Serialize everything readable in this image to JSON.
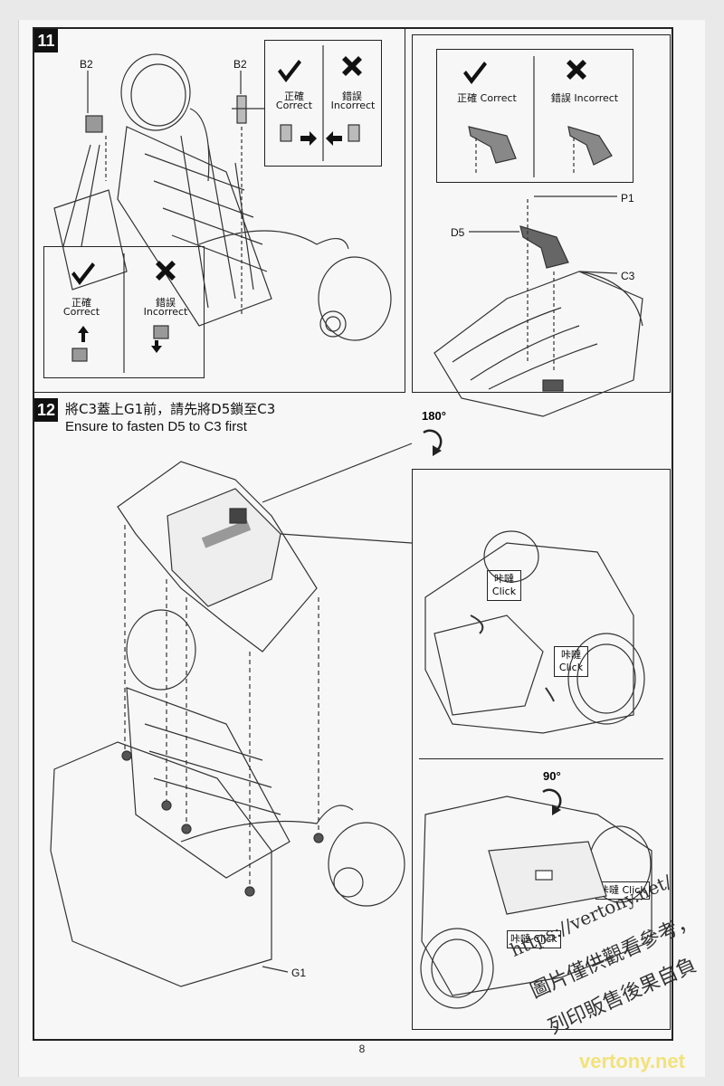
{
  "page": {
    "number": "8"
  },
  "step11": {
    "number": "11",
    "labels": {
      "b2_left": "B2",
      "b2_right": "B2"
    },
    "check_left": {
      "correct_cn": "正確",
      "correct_en": "Correct",
      "incorrect_cn": "錯誤",
      "incorrect_en": "Incorrect"
    },
    "check_top": {
      "correct_cn": "正確",
      "correct_en": "Correct",
      "incorrect_cn": "錯誤",
      "incorrect_en": "Incorrect"
    },
    "right_panel": {
      "correct_cn": "正確",
      "correct_en": "Correct",
      "incorrect_cn": "錯誤",
      "incorrect_en": "Incorrect",
      "p1": "P1",
      "d5": "D5",
      "c3": "C3"
    }
  },
  "step12": {
    "number": "12",
    "title_cn": "將C3蓋上G1前，請先將D5鎖至C3",
    "title_en": "Ensure to fasten D5 to C3 first",
    "rotate_180": "180°",
    "rotate_90": "90°",
    "g1": "G1",
    "click1_cn": "咔噠",
    "click1_en": "Click",
    "click2_cn": "咔噠",
    "click2_en": "Click",
    "click3": "咔噠 Click",
    "click4": "咔噠 Click"
  },
  "watermark": {
    "url": "https://vertony.net/",
    "line2": "圖片僅供觀看參考，",
    "line3": "列印販售後果自負",
    "site": "vertony.net"
  },
  "colors": {
    "ink": "#222222",
    "paper": "#f7f7f7",
    "part_dark": "#555555",
    "part_grey": "#9a9a9a"
  }
}
